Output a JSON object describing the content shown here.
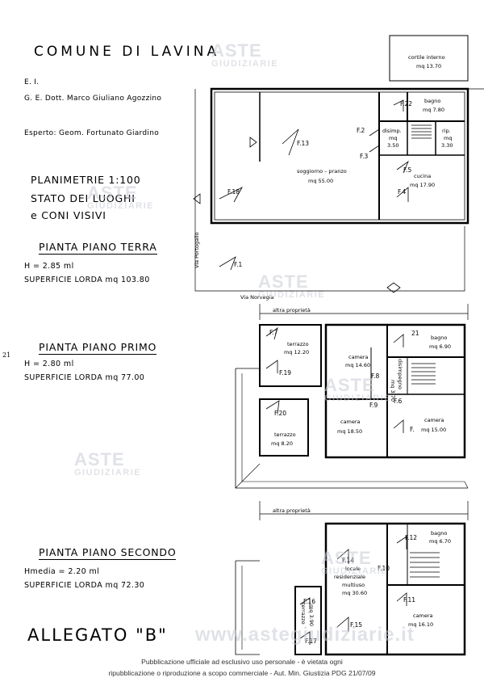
{
  "header": {
    "title": "COMUNE DI LAVINA",
    "ei": "E. I.",
    "ge": "G. E. Dott. Marco Giuliano Agozzino",
    "expert": "Esperto: Geom. Fortunato Giardino"
  },
  "legend": {
    "line1": "PLANIMETRIE 1:100",
    "line2": "STATO DEI LUOGHI",
    "line3": "e CONI VISIVI"
  },
  "floors": {
    "ground": {
      "title": "PIANTA PIANO TERRA",
      "height": "H = 2.85 ml",
      "area": "SUPERFICIE LORDA mq 103.80"
    },
    "first": {
      "title": "PIANTA PIANO PRIMO",
      "height": "H = 2.80 ml",
      "area": "SUPERFICIE LORDA mq 77.00"
    },
    "second": {
      "title": "PIANTA PIANO SECONDO",
      "height": "Hmedia = 2.20 ml",
      "area": "SUPERFICIE LORDA mq 72.30"
    }
  },
  "page_number": "21",
  "annex": "ALLEGATO \"B\"",
  "footer": {
    "line1": "Pubblicazione ufficiale ad esclusivo uso personale - è vietata ogni",
    "line2": "ripubblicazione o riproduzione a scopo commerciale - Aut. Min. Giustizia PDG 21/07/09"
  },
  "watermark": {
    "brand": "ASTE",
    "sub": "GIUDIZIARIE",
    "url": "www.astegiudiziarie.it"
  },
  "plan": {
    "ground": {
      "cortile": "cortile interno",
      "cortile_mq": "mq 13.70",
      "bagno": "bagno",
      "bagno_mq": "mq 7.80",
      "disimp": "disimp.",
      "disimp_mq": "mq",
      "disimp_mq2": "3.50",
      "rip": "rip.",
      "rip_mq": "mq",
      "rip_mq2": "3.30",
      "soggiorno": "soggiorno – pranzo",
      "soggiorno_mq": "mq 55.00",
      "cucina": "cucina",
      "cucina_mq": "mq 17.90",
      "street_right": "Via Portogallo",
      "street_bottom": "Via Norvegia",
      "views": [
        "F.1",
        "F.2",
        "F.3",
        "F.4",
        "F.5",
        "F.13",
        "F.18",
        "F.22"
      ]
    },
    "first": {
      "altra": "altra proprietà",
      "terrazzo1": "terrazzo",
      "terrazzo1_mq": "mq 12.20",
      "camera1": "camera",
      "camera1_mq": "mq 14.60",
      "bagno": "bagno",
      "bagno_mq": "mq 6.90",
      "disimpegno": "disimpegno",
      "disimpegno_mq": "mq 3.70",
      "terrazzo2": "terrazzo",
      "terrazzo2_mq": "mq 8.20",
      "camera2": "camera",
      "camera2_mq": "mq 18.50",
      "camera3": "camera",
      "camera3_mq": "mq 15.00",
      "views": [
        "F.7",
        "F.19",
        "F.8",
        "F.6",
        "F.9",
        "F.20",
        "F.",
        "21"
      ]
    },
    "second": {
      "altra": "altra proprietà",
      "locale": "locale",
      "residenziale": "residenziale",
      "multiuso": "multiuso",
      "locale_mq": "mq 30.60",
      "bagno": "bagno",
      "bagno_mq": "mq 6.70",
      "camera": "camera",
      "camera_mq": "mq 16.10",
      "terrazzo": "terrazzo",
      "terrazzo_mq": "mq 3.90",
      "views": [
        "F.10",
        "F.11",
        "F.12",
        "F.14",
        "F.15",
        "F.16",
        "F.17"
      ]
    }
  }
}
